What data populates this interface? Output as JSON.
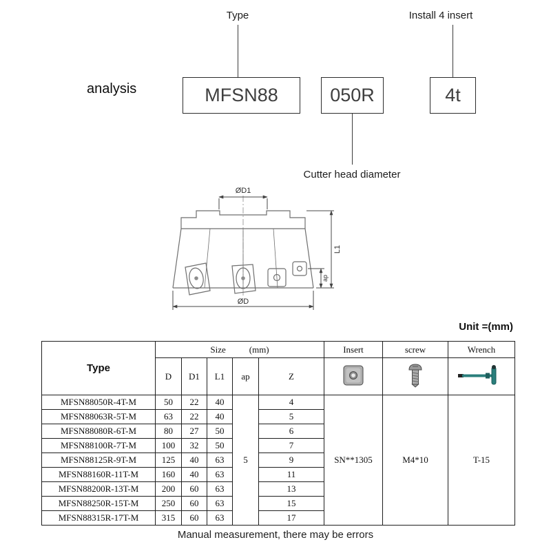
{
  "page": {
    "analysis_label": "analysis",
    "unit_label": "Unit =(mm)",
    "footer_note": "Manual measurement, there may be errors"
  },
  "callouts": {
    "type": "Type",
    "install": "Install 4 insert",
    "diameter": "Cutter head diameter"
  },
  "codes": {
    "series": "MFSN88",
    "diameter": "050R",
    "teeth": "4t"
  },
  "diagram": {
    "d1": "ØD1",
    "d": "ØD",
    "l1": "L1",
    "ap": "ap"
  },
  "table": {
    "headers": {
      "type": "Type",
      "size": "Size",
      "size_unit": "(mm)",
      "d": "D",
      "d1": "D1",
      "l1": "L1",
      "ap": "ap",
      "z": "Z",
      "insert": "Insert",
      "screw": "screw",
      "wrench": "Wrench"
    },
    "merged": {
      "ap": "5",
      "insert": "SN**1305",
      "screw": "M4*10",
      "wrench": "T-15"
    },
    "rows": [
      {
        "type": "MFSN88050R-4T-M",
        "d": "50",
        "d1": "22",
        "l1": "40",
        "z": "4"
      },
      {
        "type": "MFSN88063R-5T-M",
        "d": "63",
        "d1": "22",
        "l1": "40",
        "z": "5"
      },
      {
        "type": "MFSN88080R-6T-M",
        "d": "80",
        "d1": "27",
        "l1": "50",
        "z": "6"
      },
      {
        "type": "MFSN88100R-7T-M",
        "d": "100",
        "d1": "32",
        "l1": "50",
        "z": "7"
      },
      {
        "type": "MFSN88125R-9T-M",
        "d": "125",
        "d1": "40",
        "l1": "63",
        "z": "9"
      },
      {
        "type": "MFSN88160R-11T-M",
        "d": "160",
        "d1": "40",
        "l1": "63",
        "z": "11"
      },
      {
        "type": "MFSN88200R-13T-M",
        "d": "200",
        "d1": "60",
        "l1": "63",
        "z": "13"
      },
      {
        "type": "MFSN88250R-15T-M",
        "d": "250",
        "d1": "60",
        "l1": "63",
        "z": "15"
      },
      {
        "type": "MFSN88315R-17T-M",
        "d": "315",
        "d1": "60",
        "l1": "63",
        "z": "17"
      }
    ]
  }
}
